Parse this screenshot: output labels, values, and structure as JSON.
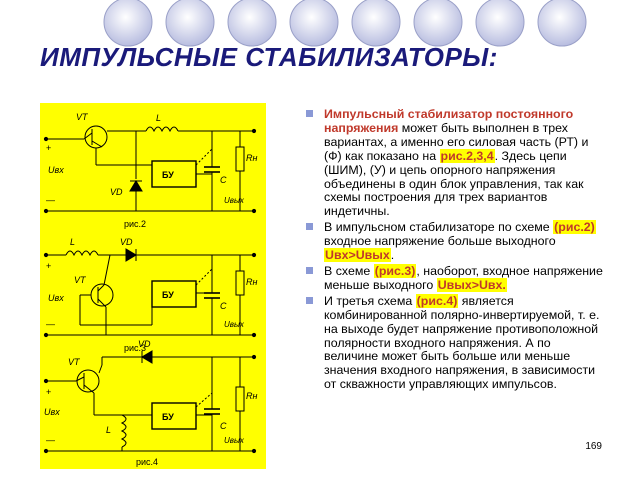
{
  "title": "ИМПУЛЬСНЫЕ СТАБИЛИЗАТОРЫ:",
  "page_number": "169",
  "figures": {
    "fig2": {
      "caption": "рис.2",
      "labels": {
        "vt": "VT",
        "l": "L",
        "vd": "VD",
        "bu": "БУ",
        "c": "C",
        "rn": "Rн",
        "uin": "Uвх",
        "uout": "Uвых",
        "plus": "+",
        "minus": "—"
      }
    },
    "fig3": {
      "caption": "рис.3",
      "labels": {
        "vt": "VT",
        "l": "L",
        "vd": "VD",
        "bu": "БУ",
        "c": "C",
        "rn": "Rн",
        "uin": "Uвх",
        "uout": "Uвых",
        "plus": "+",
        "minus": "—"
      }
    },
    "fig4": {
      "caption": "рис.4",
      "labels": {
        "vt": "VT",
        "l": "L",
        "vd": "VD",
        "bu": "БУ",
        "c": "C",
        "rn": "Rн",
        "uin": "Uвх",
        "uout": "Uвых",
        "plus": "+",
        "minus": "—"
      }
    }
  },
  "paragraphs": {
    "p1": {
      "lead": "Импульсный стабилизатор постоянного напряжения",
      "text1": " может быть выполнен в трех вариантах, а именно его силовая часть (РТ) и (Ф) как показано на ",
      "ref": "рис.2,3,4",
      "text2": ". Здесь цепи (ШИМ), (У) и цепь опорного напряжения объединены в один блок управления, так как схемы построения для трех вариантов индетичны."
    },
    "p2": {
      "text1": "В импульсном стабилизаторе по схеме ",
      "ref": "(рис.2)",
      "text2": " входное напряжение больше выходного ",
      "formula": "Uвх>Uвых",
      "text3": "."
    },
    "p3": {
      "text1": "В схеме ",
      "ref": "(рис.3)",
      "text2": ", наоборот, входное напряжение меньше выходного ",
      "formula": "Uвых>Uвх."
    },
    "p4": {
      "text1": "И третья схема ",
      "ref": "(рис.4)",
      "text2": " является комбинированной полярно-инвертируемой, т. е. на выходе будет напряжение противоположной полярности входного напряжения. А по величине может быть больше или меньше значения входного напряжения, в зависимости от скважности управляющих импульсов."
    }
  },
  "colors": {
    "title": "#1a1a7a",
    "highlight": "#ffff00",
    "accent_red": "#c0392b",
    "bullet": "#8a99d6",
    "panel": "#ffff00"
  }
}
